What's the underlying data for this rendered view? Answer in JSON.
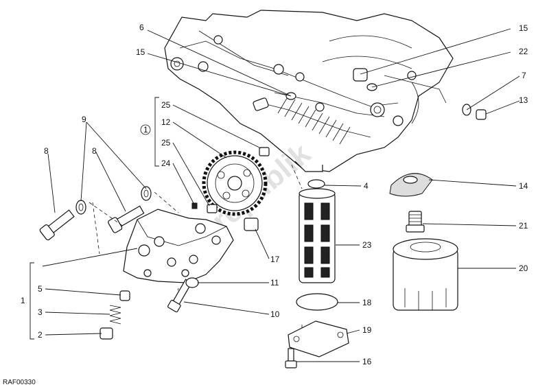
{
  "drawing_code": "RAF00330",
  "watermark": "Partsrepublik",
  "callouts": [
    {
      "id": "c6",
      "text": "6"
    },
    {
      "id": "c15a",
      "text": "15"
    },
    {
      "id": "c15b",
      "text": "15"
    },
    {
      "id": "c22",
      "text": "22"
    },
    {
      "id": "c7",
      "text": "7"
    },
    {
      "id": "c13",
      "text": "13"
    },
    {
      "id": "c25a",
      "text": "25"
    },
    {
      "id": "c12",
      "text": "12"
    },
    {
      "id": "c25b",
      "text": "25"
    },
    {
      "id": "c24",
      "text": "24"
    },
    {
      "id": "c9",
      "text": "9"
    },
    {
      "id": "c8a",
      "text": "8"
    },
    {
      "id": "c8b",
      "text": "8"
    },
    {
      "id": "c4",
      "text": "4"
    },
    {
      "id": "c14",
      "text": "14"
    },
    {
      "id": "c21",
      "text": "21"
    },
    {
      "id": "c23",
      "text": "23"
    },
    {
      "id": "c20",
      "text": "20"
    },
    {
      "id": "c17",
      "text": "17"
    },
    {
      "id": "c11",
      "text": "11"
    },
    {
      "id": "c10",
      "text": "10"
    },
    {
      "id": "c18",
      "text": "18"
    },
    {
      "id": "c19",
      "text": "19"
    },
    {
      "id": "c16",
      "text": "16"
    },
    {
      "id": "c1",
      "text": "1"
    },
    {
      "id": "c5",
      "text": "5"
    },
    {
      "id": "c3",
      "text": "3"
    },
    {
      "id": "c2",
      "text": "2"
    }
  ],
  "group_marker": "1"
}
